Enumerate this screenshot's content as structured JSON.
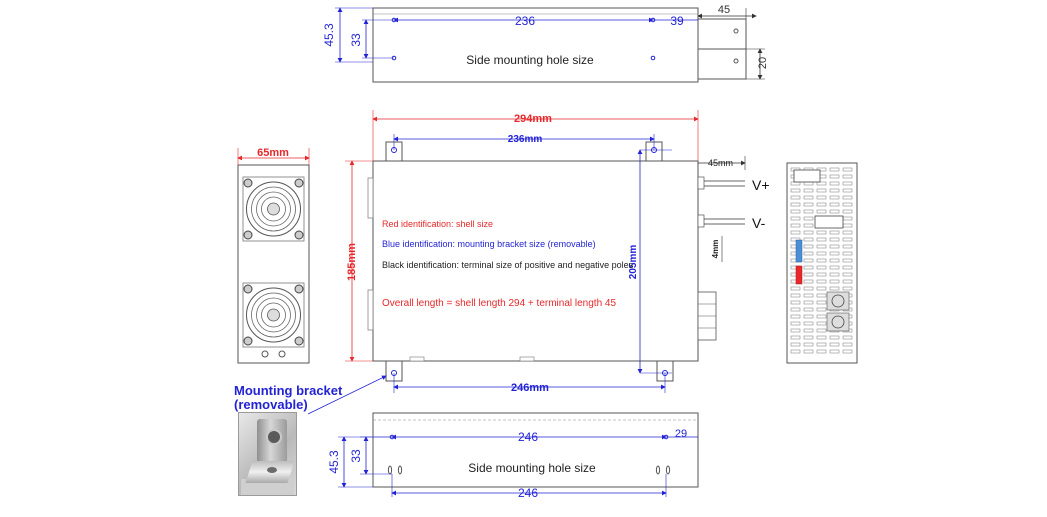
{
  "top_side_view": {
    "dim_h_total": "45.3",
    "dim_h_hole": "33",
    "dim_holes_span": "236",
    "dim_hole_offset": "39",
    "dim_terminal_len": "45",
    "dim_terminal_h": "20",
    "title": "Side mounting hole size"
  },
  "main_view": {
    "dim_shell_length": "294mm",
    "dim_bracket_span_top": "236mm",
    "dim_terminal_length": "45mm",
    "dim_shell_height": "185mm",
    "dim_bracket_height": "205mm",
    "dim_terminal_thickness": "4mm",
    "dim_bracket_span_bottom": "246mm",
    "pole_positive": "V+",
    "pole_negative": "V-",
    "legend_red": "Red identification: shell size",
    "legend_blue": "Blue identification: mounting bracket size (removable)",
    "legend_black": "Black identification: terminal size of positive and negative poles",
    "overall_note": "Overall length = shell length 294 + terminal length 45"
  },
  "end_view": {
    "dim_width": "65mm"
  },
  "bracket_callout": {
    "line1": "Mounting bracket",
    "line2": "(removable)"
  },
  "bottom_side_view": {
    "dim_h_total": "45.3",
    "dim_h_hole": "33",
    "dim_holes_span_top": "246",
    "dim_hole_offset": "29",
    "dim_holes_span_bottom": "246",
    "title": "Side mounting hole size"
  },
  "colors": {
    "shell_red": "#e8282b",
    "bracket_blue": "#2323d6",
    "terminal_black": "#222222",
    "outline_gray": "#555555"
  }
}
